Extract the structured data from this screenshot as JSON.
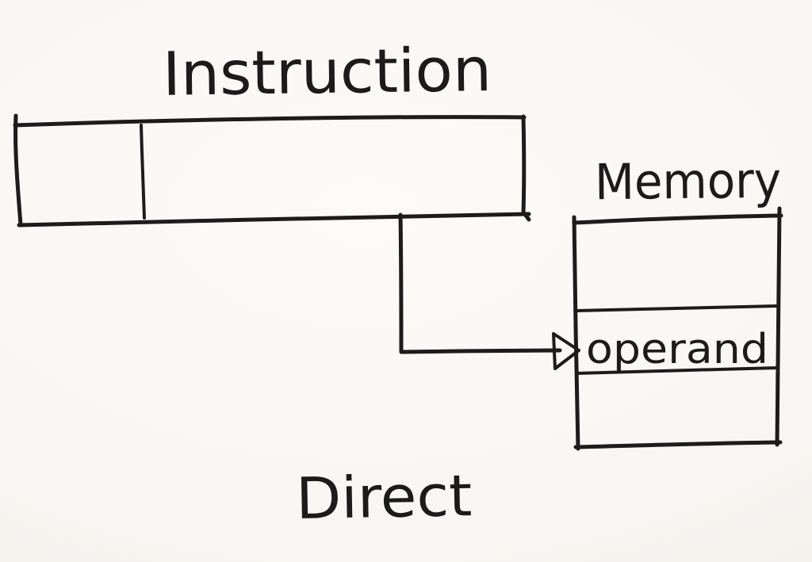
{
  "diagram": {
    "title": "Instruction",
    "caption": "Direct",
    "memory": {
      "label": "Memory",
      "rows": [
        "",
        "operand",
        ""
      ]
    },
    "arrow": {
      "description": "address field of instruction points to operand row in memory"
    },
    "colors": {
      "ink": "#1c1c1c",
      "paper": "#f8f6f2"
    }
  }
}
